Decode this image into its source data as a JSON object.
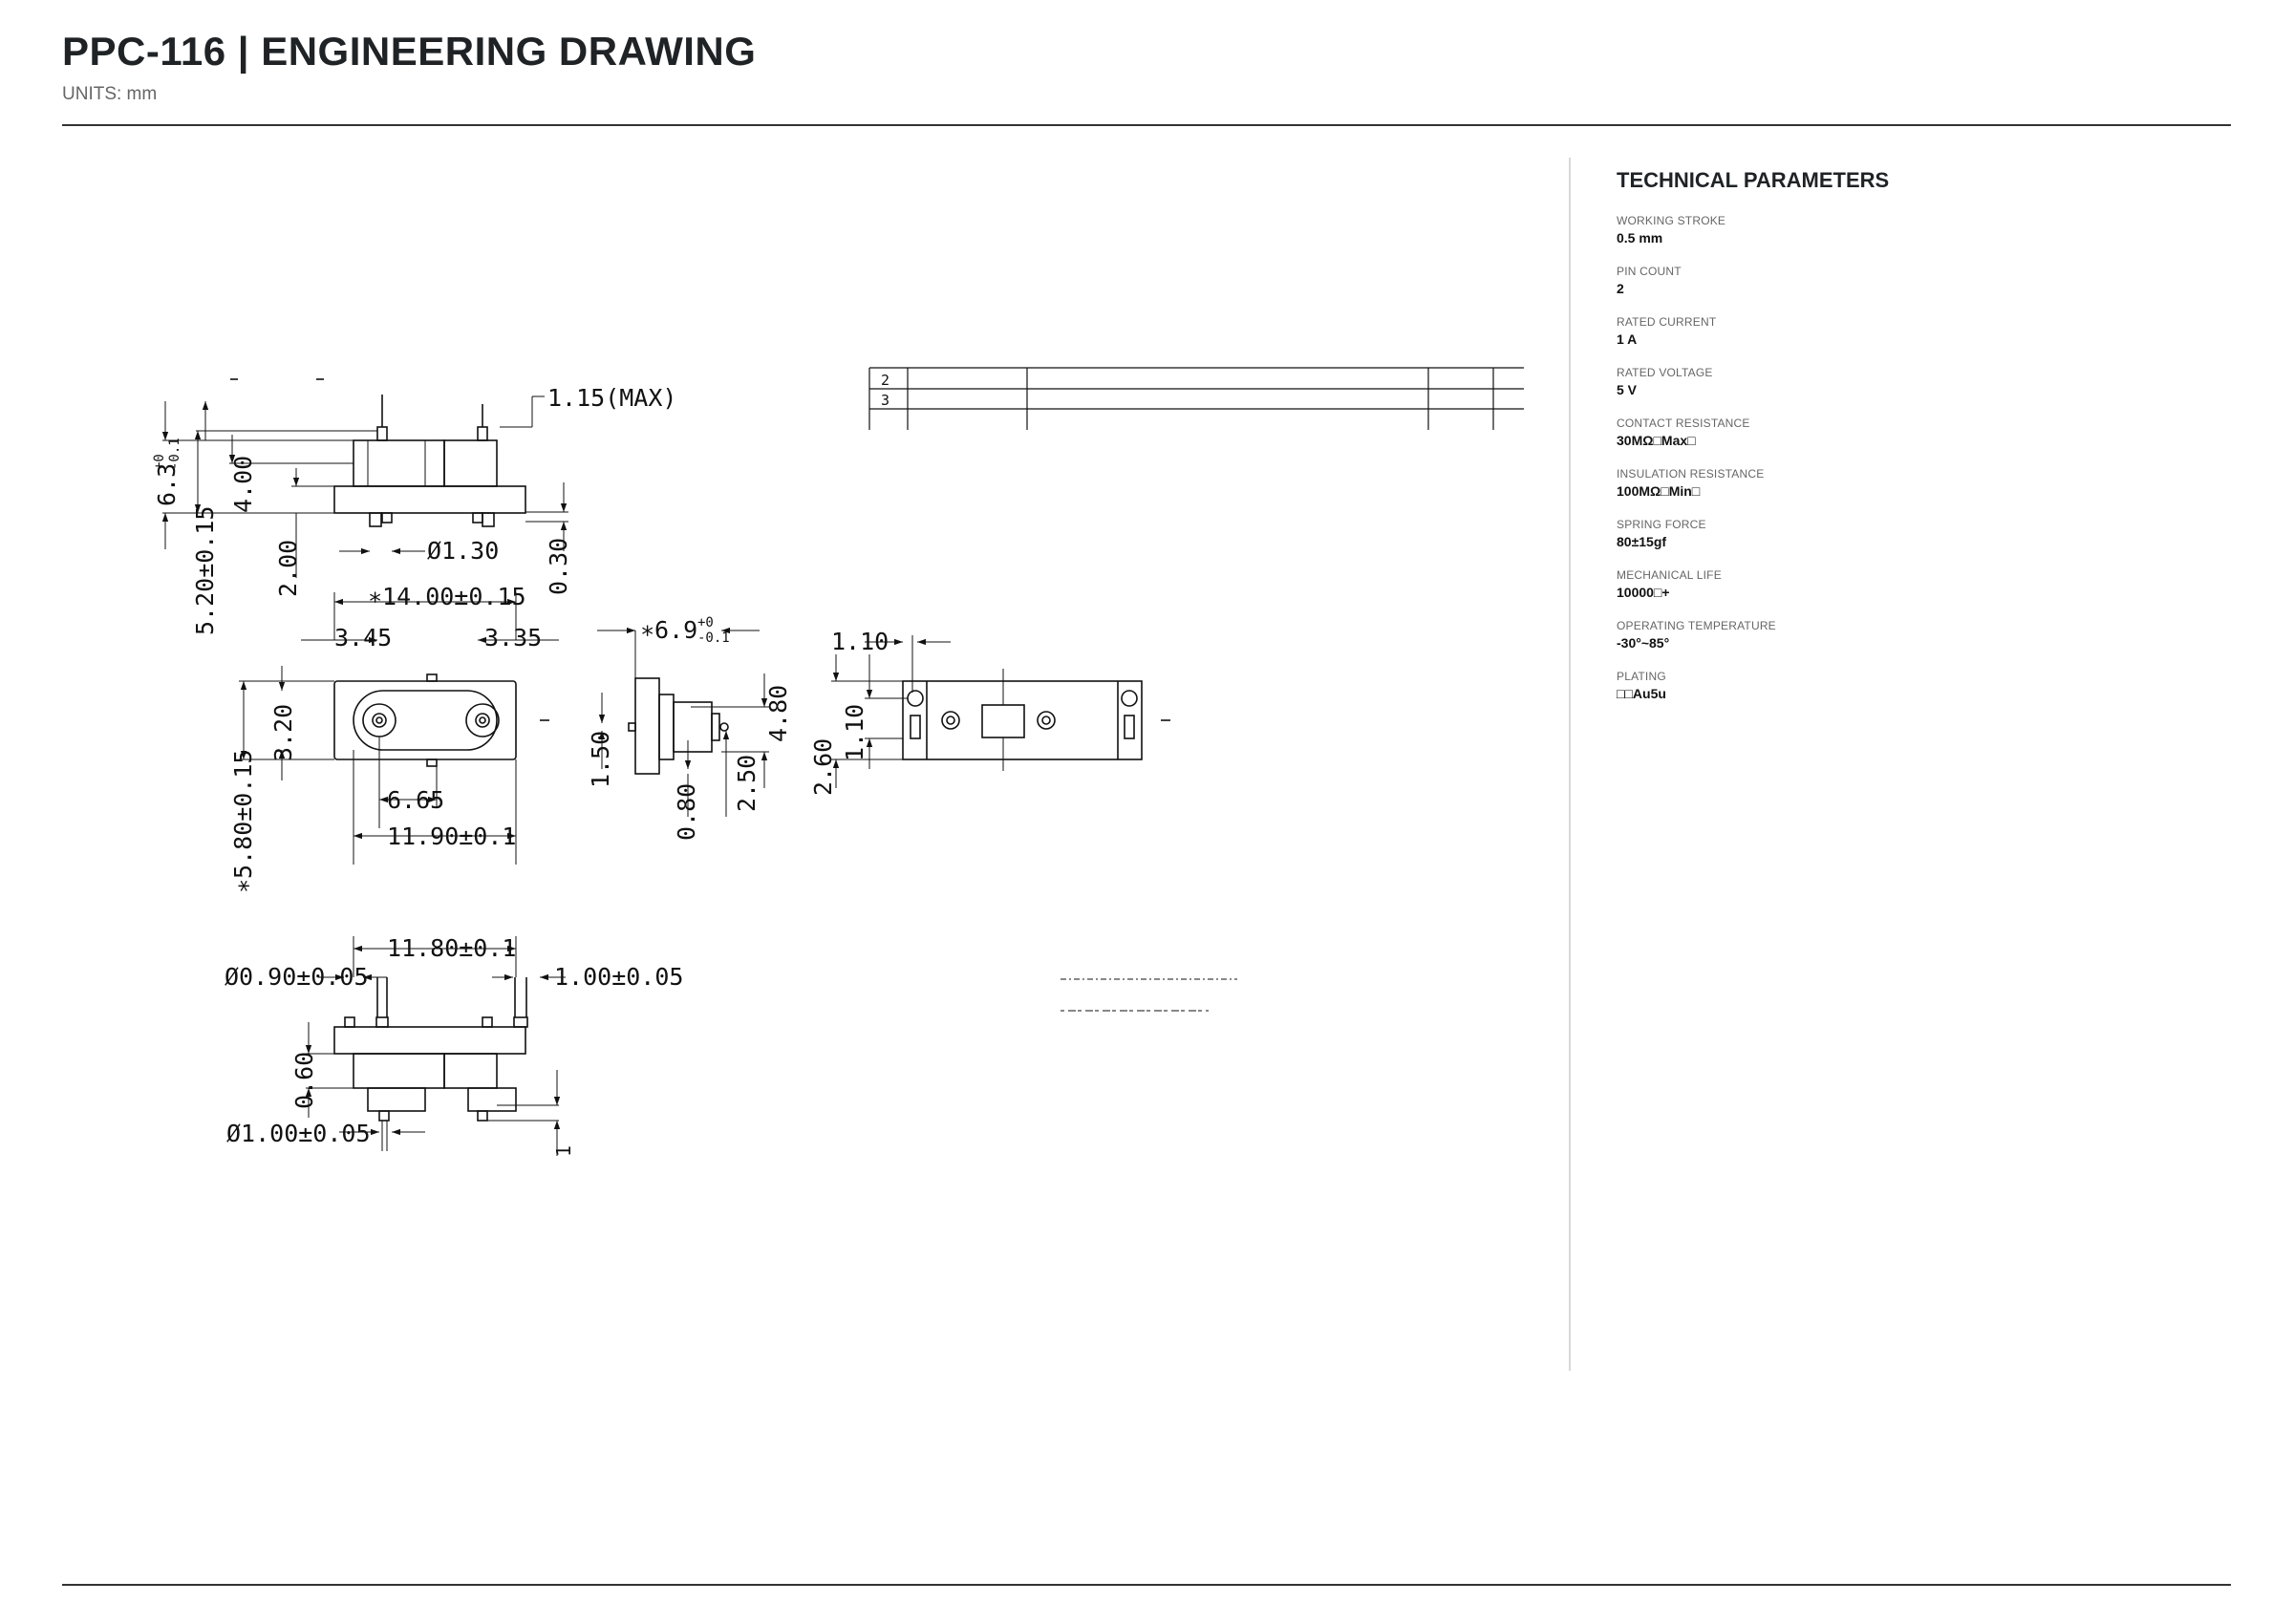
{
  "header": {
    "title": "PPC-116  |  ENGINEERING DRAWING",
    "subtitle": "UNITS: mm"
  },
  "drawing": {
    "dims": {
      "max_height": "1.15(MAX)",
      "height_total": "6.3",
      "height_tol_upper": "+0",
      "height_tol_lower": "-0.1",
      "body_height": "4.00",
      "stroke_dim": "5.20±0.15",
      "dim_200": "2.00",
      "dia_130": "Ø1.30",
      "dim_030": "0.30",
      "width_main": "∗14.00±0.15",
      "dim_345": "3.45",
      "dim_335": "3.35",
      "dim_320": "3.20",
      "dim_665": "6.65",
      "width_1190": "11.90±0.1",
      "height_580": "∗5.80±0.15",
      "side_69": "∗6.9",
      "side_tol_upper": "+0",
      "side_tol_lower": "-0.1",
      "dim_480": "4.80",
      "dim_150": "1.50",
      "dim_080": "0.80",
      "dim_250": "2.50",
      "dim_110a": "1.10",
      "dim_110b": "1.10",
      "dim_260": "2.60",
      "width_1180": "11.80±0.1",
      "dia_090": "Ø0.90±0.05",
      "dim_100": "1.00±0.05",
      "dim_060": "0.60",
      "dia_100": "Ø1.00±0.05",
      "dim_1": "1"
    },
    "table_rows": [
      "2",
      "3"
    ]
  },
  "params": {
    "heading": "TECHNICAL PARAMETERS",
    "items": [
      {
        "label": "WORKING STROKE",
        "value": "0.5 mm"
      },
      {
        "label": "PIN COUNT",
        "value": "2"
      },
      {
        "label": "RATED CURRENT",
        "value": "1 A"
      },
      {
        "label": "RATED VOLTAGE",
        "value": "5 V"
      },
      {
        "label": "CONTACT RESISTANCE",
        "value": "30MΩ□Max□"
      },
      {
        "label": "INSULATION RESISTANCE",
        "value": "100MΩ□Min□"
      },
      {
        "label": "SPRING FORCE",
        "value": "80±15gf"
      },
      {
        "label": "MECHANICAL LIFE",
        "value": "10000□+"
      },
      {
        "label": "OPERATING TEMPERATURE",
        "value": "-30°~85°"
      },
      {
        "label": "PLATING",
        "value": "□□Au5u"
      }
    ]
  }
}
